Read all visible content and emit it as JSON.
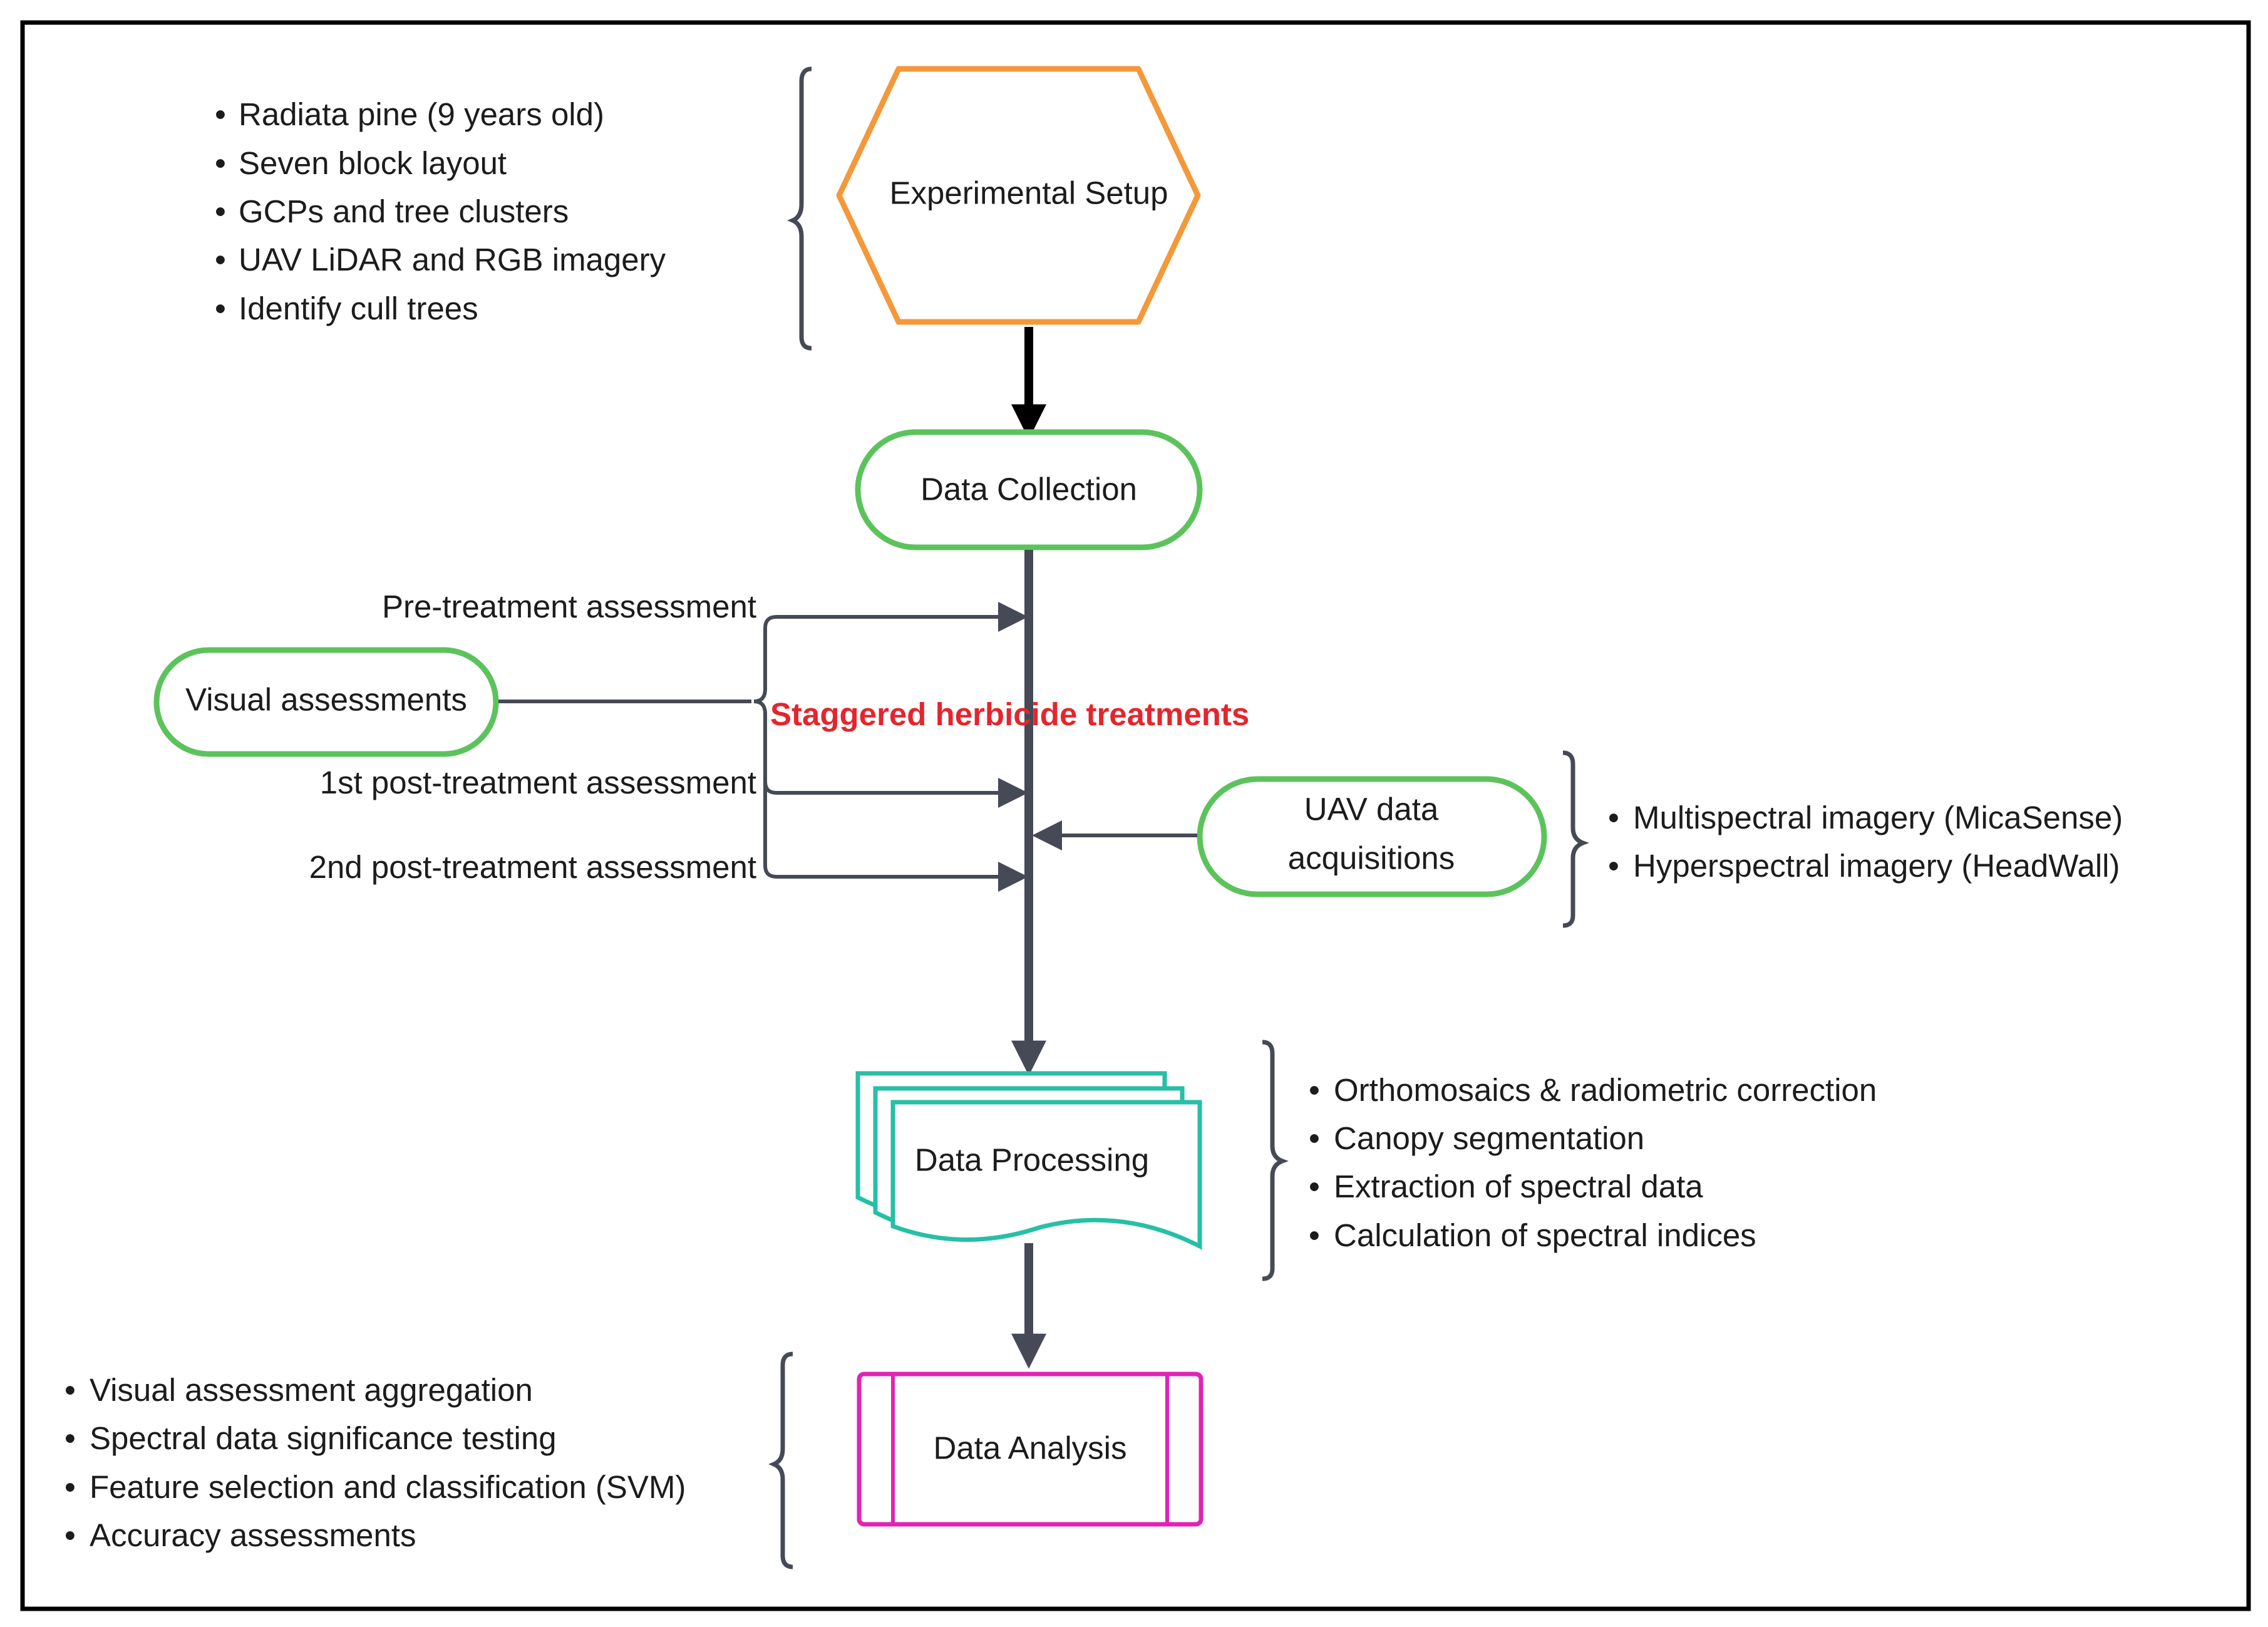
{
  "colors": {
    "hexagon_stroke": "#f4983a",
    "terminal_stroke": "#5cc35c",
    "document_stroke": "#26bfa7",
    "process_stroke": "#e023b5",
    "main_arrow": "#000000",
    "flow_line": "#454a56",
    "highlight_text": "#e3262d",
    "frame": "#000000"
  },
  "nodes": {
    "experimental_setup": "Experimental Setup",
    "data_collection": "Data Collection",
    "visual_assessments": "Visual assessments",
    "uav_acquisitions": [
      "UAV data",
      "acquisitions"
    ],
    "data_processing": "Data Processing",
    "data_analysis": "Data Analysis"
  },
  "branch_labels": {
    "pre_treatment": "Pre-treatment assessment",
    "post_treatment_1": "1st post-treatment assessment",
    "post_treatment_2": "2nd post-treatment assessment"
  },
  "highlight": "Staggered herbicide treatments",
  "bullets": {
    "setup": [
      "Radiata pine (9 years old)",
      "Seven block layout",
      "GCPs and tree clusters",
      "UAV LiDAR and RGB imagery",
      "Identify cull trees"
    ],
    "uav": [
      "Multispectral imagery (MicaSense)",
      "Hyperspectral imagery (HeadWall)"
    ],
    "processing": [
      "Orthomosaics & radiometric correction",
      "Canopy segmentation",
      "Extraction of spectral data",
      "Calculation of spectral indices"
    ],
    "analysis": [
      "Visual assessment aggregation",
      "Spectral data significance testing",
      "Feature selection and classification (SVM)",
      "Accuracy assessments"
    ]
  }
}
